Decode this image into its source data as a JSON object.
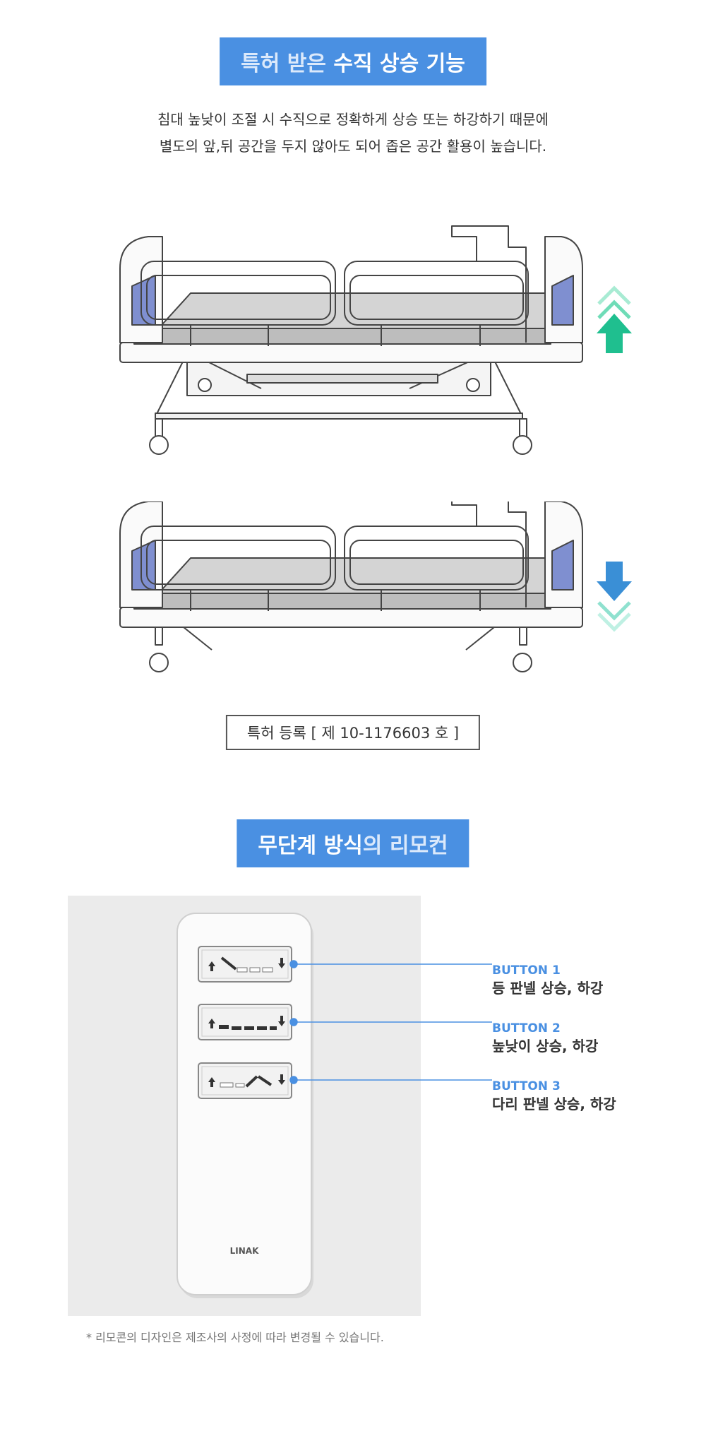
{
  "section1": {
    "title_light": "특허 받은",
    "title_bold": "수직 상승 기능",
    "desc_line1": "침대 높낮이 조절 시 수직으로 정확하게 상승 또는 하강하기 때문에",
    "desc_line2": "별도의 앞,뒤 공간을 두지 않아도 되어 좁은 공간 활용이 높습니다.",
    "patent": "특허 등록 [ 제 10-1176603 호 ]",
    "arrow_color": "#1fbf8f",
    "arrow_down_color": "#3a8fd6"
  },
  "section2": {
    "title_bold": "무단계 방식",
    "title_light": "의 리모컨",
    "remote_brand": "LINAK",
    "buttons": [
      {
        "title": "BUTTON 1",
        "desc": "등 판넬 상승, 하강"
      },
      {
        "title": "BUTTON 2",
        "desc": "높낮이 상승, 하강"
      },
      {
        "title": "BUTTON 3",
        "desc": "다리 판넬 상승, 하강"
      }
    ],
    "footnote": "* 리모콘의 디자인은 제조사의 사정에 따라 변경될 수 있습니다."
  },
  "colors": {
    "accent": "#4a90e2",
    "panel_blue": "#7f8fd0"
  }
}
